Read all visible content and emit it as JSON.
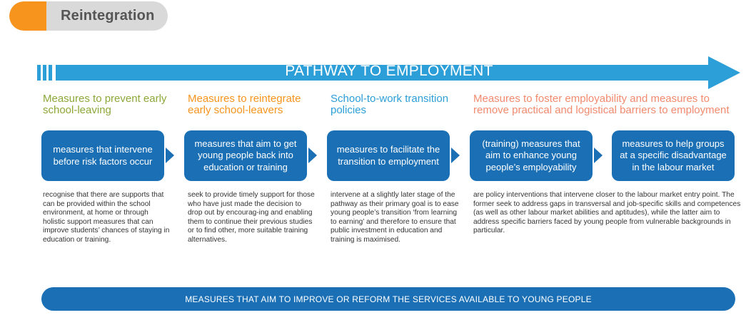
{
  "section_label": "Reintegration",
  "arrow_title": "PATHWAY TO EMPLOYMENT",
  "categories": [
    "Measures to prevent early school-leaving",
    "Measures to reintegrate early school-leavers",
    "School-to-work transition policies",
    "Measures to foster employability and measures to remove practical and logistical barriers to employment"
  ],
  "measures": [
    "measures that intervene before risk factors occur",
    "measures that aim to get young people back into education or training",
    "measures to facilitate the transition to employment",
    "(training) measures that aim to enhance young people’s employability",
    "measures to help groups at a specific disadvantage in the labour market"
  ],
  "descriptions": [
    "recognise that there are supports that can be provided within the school environment, at home or through holistic support measures that can improve students’ chances of staying in education or training.",
    "seek to provide timely support for those who have just made the decision to drop out by encourag-ing and enabling them to continue their previous studies or to find other, more suitable training alternatives.",
    "intervene at a slightly later stage of the pathway as their primary goal is to ease young people’s transition ‘from learning to earning’ and therefore to ensure that public investment in education and training is maximised.",
    "are policy interventions that intervene closer to the labour market entry point. The former seek to address gaps in transversal and job-specific skills and competences (as well as other labour market abilities and aptitudes), while the latter aim to address specific barriers faced by young people from vulnerable backgrounds in particular."
  ],
  "bottom_bar": "MEASURES THAT AIM TO IMPROVE OR REFORM THE SERVICES AVAILABLE TO YOUNG PEOPLE",
  "colors": {
    "accent_orange": "#f7941d",
    "arrow_blue": "#2c9ed8",
    "box_blue": "#1a6fb5",
    "category_green": "#8ba838",
    "category_orange": "#f7941d",
    "category_blue": "#2c9ed8",
    "category_salmon": "#f28a6e",
    "pill_grey": "#d9d9d9"
  }
}
